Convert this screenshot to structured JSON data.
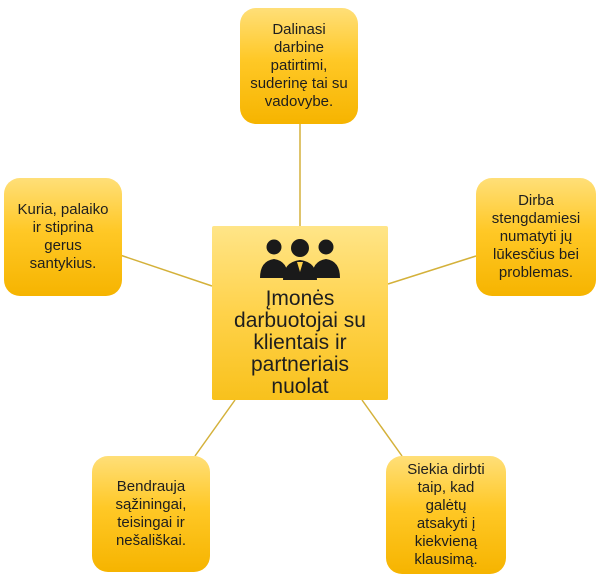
{
  "center": {
    "icon": "people-group-icon",
    "label": "Įmonės darbuotojai su klientais ir partneriais nuolat"
  },
  "nodes": [
    {
      "id": "top",
      "text": "Dalinasi darbine patirtimi, suderinę tai su vadovybe."
    },
    {
      "id": "left",
      "text": "Kuria, palaiko ir stiprina gerus santykius."
    },
    {
      "id": "right",
      "text": "Dirba stengdamiesi numatyti jų lūkesčius bei problemas."
    },
    {
      "id": "bottom-left",
      "text": "Bendrauja sąžiningai, teisingai ir nešališkai."
    },
    {
      "id": "bottom-right",
      "text": "Siekia dirbti taip, kad galėtų atsakyti į kiekvieną klausimą."
    }
  ],
  "colors": {
    "node_fill": "#ffc826",
    "connector": "#d4b13a",
    "icon": "#1a1a1a"
  }
}
